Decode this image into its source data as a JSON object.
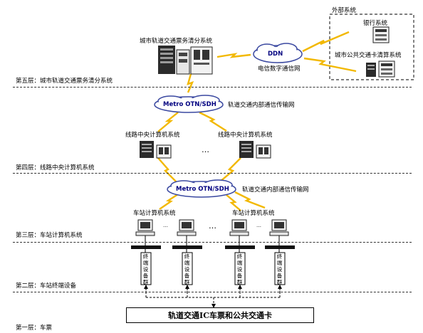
{
  "external": {
    "title": "外部系统",
    "bank": "银行系统",
    "public_card": "城市公共交通卡清算系统"
  },
  "top_system": "城市轨道交通票务清分系统",
  "ddn": {
    "label": "DDN",
    "caption": "电信数字通信网"
  },
  "layers": [
    {
      "label": "第五层：城市轨道交通票务清分系统"
    },
    {
      "label": "第四层：线路中央计算机系统"
    },
    {
      "label": "第三层：车站计算机系统"
    },
    {
      "label": "第二层：车站终端设备"
    },
    {
      "label": "第一层：车票"
    }
  ],
  "otn_upper": {
    "label": "Metro OTN/SDH",
    "caption": "轨道交通内部通信传输网"
  },
  "otn_lower": {
    "label": "Metro OTN/SDH",
    "caption": "轨道交通内部通信传输网"
  },
  "line_center": [
    "线路中央计算机系统",
    "线路中央计算机系统"
  ],
  "station": [
    "车站计算机系统",
    "车站计算机系统"
  ],
  "ellipsis": "…",
  "small_ellipsis": "…",
  "terminal_group": "终端设备群",
  "card_box": "轨道交通IC车票和公共交通卡"
}
